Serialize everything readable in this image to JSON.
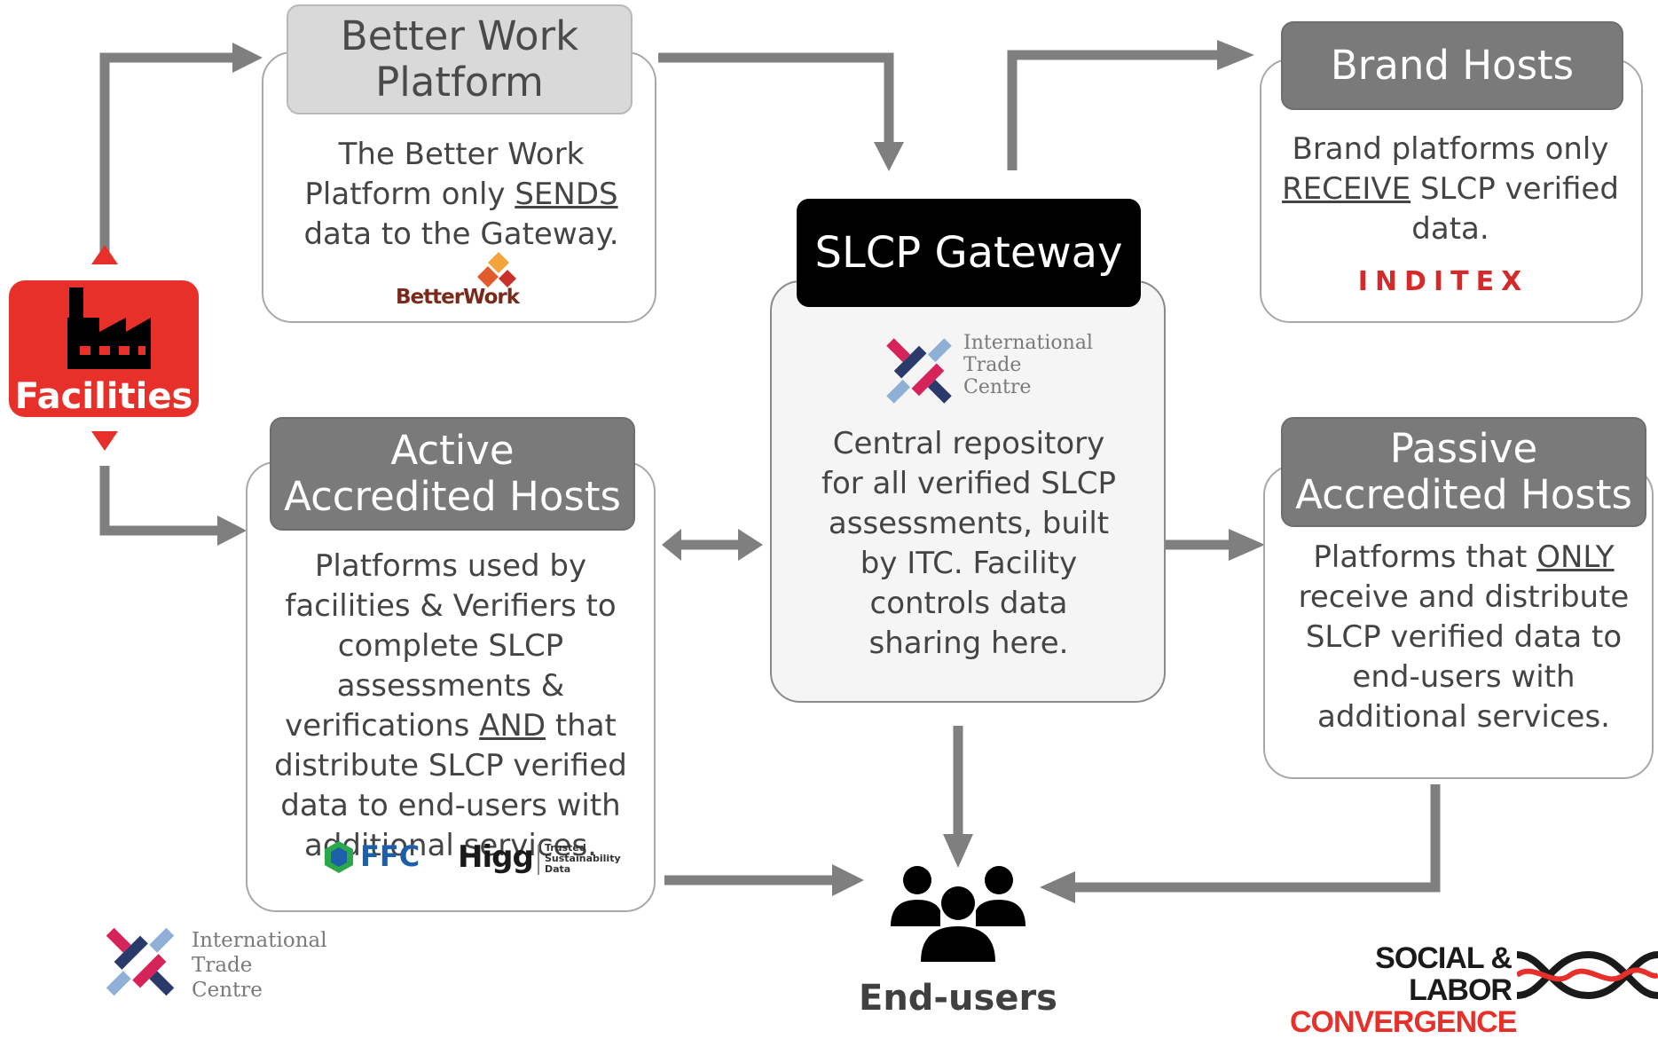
{
  "facilities": {
    "label": "Facilities"
  },
  "better_work": {
    "title": "Better Work Platform",
    "desc_pre": "The Better Work Platform only ",
    "desc_em": "SENDS",
    "desc_post": " data to the Gateway.",
    "logo": "BetterWork"
  },
  "gateway": {
    "title": "SLCP Gateway",
    "logo_l1": "International",
    "logo_l2": "Trade",
    "logo_l3": "Centre",
    "desc": "Central repository for all verified SLCP assessments, built by ITC. Facility controls data sharing here."
  },
  "brand_hosts": {
    "title": "Brand Hosts",
    "desc_pre": "Brand platforms only ",
    "desc_em": "RECEIVE",
    "desc_post": " SLCP verified data.",
    "logo": "INDITEX"
  },
  "active_hosts": {
    "title": "Active Accredited Hosts",
    "desc_pre": "Platforms used by facilities & Verifiers to complete SLCP assessments & verifications ",
    "desc_em": "AND",
    "desc_post": " that distribute SLCP verified data to end-users with additional services.",
    "logo_ffc": "FFC",
    "logo_higg": "Higg",
    "higg_tag_1": "Trusted",
    "higg_tag_2": "Sustainability",
    "higg_tag_3": "Data"
  },
  "passive_hosts": {
    "title": "Passive Accredited Hosts",
    "desc_pre": "Platforms that ",
    "desc_em": "ONLY",
    "desc_post": " receive and distribute SLCP verified data to end-users with additional services."
  },
  "end_users": {
    "label": "End-users"
  },
  "footer_itc": {
    "l1": "International",
    "l2": "Trade",
    "l3": "Centre"
  },
  "footer_slcp": {
    "l1": "SOCIAL & LABOR",
    "l2": "CONVERGENCE"
  },
  "colors": {
    "accent_red": "#e8302a",
    "arrow_gray": "#7f7f7f",
    "header_gray": "#7a7a7a",
    "itc_pink": "#d6245a",
    "itc_navy": "#2a3a6b",
    "itc_blue": "#8fb0d6"
  }
}
